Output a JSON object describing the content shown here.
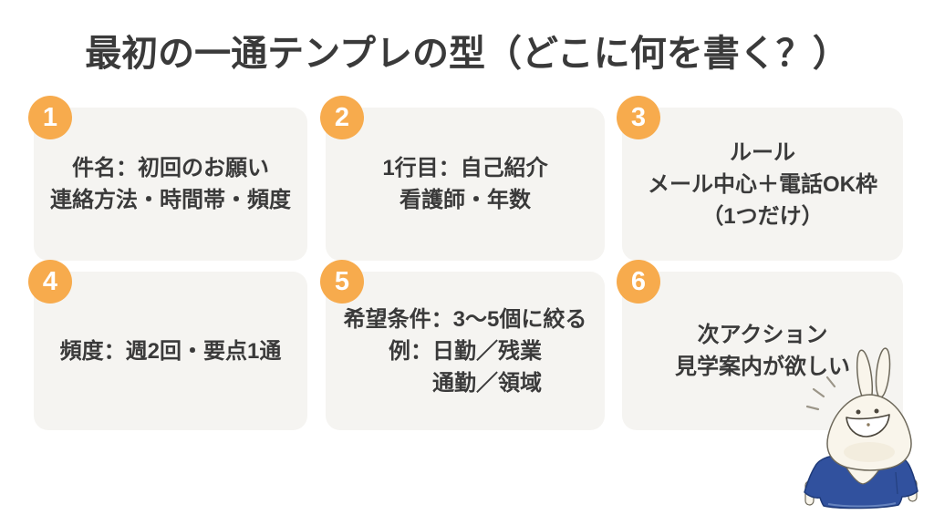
{
  "title": "最初の一通テンプレの型（どこに何を書く？）",
  "colors": {
    "accent": "#F7AB4D",
    "card-bg": "#F5F4F1",
    "text": "#3A3A3A",
    "mascot-body": "#F9F5EB",
    "mascot-shirt": "#31519E",
    "mascot-outline": "#6E695B"
  },
  "cards": [
    {
      "number": "1",
      "lines": [
        "件名：初回のお願い",
        "連絡方法・時間帯・頻度"
      ]
    },
    {
      "number": "2",
      "lines": [
        "1行目：自己紹介",
        "看護師・年数"
      ]
    },
    {
      "number": "3",
      "lines": [
        "ルール",
        "メール中心＋電話OK枠",
        "（1つだけ）"
      ]
    },
    {
      "number": "4",
      "lines": [
        "頻度：週2回・要点1通"
      ]
    },
    {
      "number": "5",
      "lines": [
        "希望条件：3〜5個に絞る",
        "例：日勤／残業",
        "　　通勤／領域"
      ]
    },
    {
      "number": "6",
      "lines": [
        "次アクション",
        "見学案内が欲しい"
      ]
    }
  ],
  "mascot": {
    "description": "smiling white rabbit wearing blue nurse scrubs"
  }
}
